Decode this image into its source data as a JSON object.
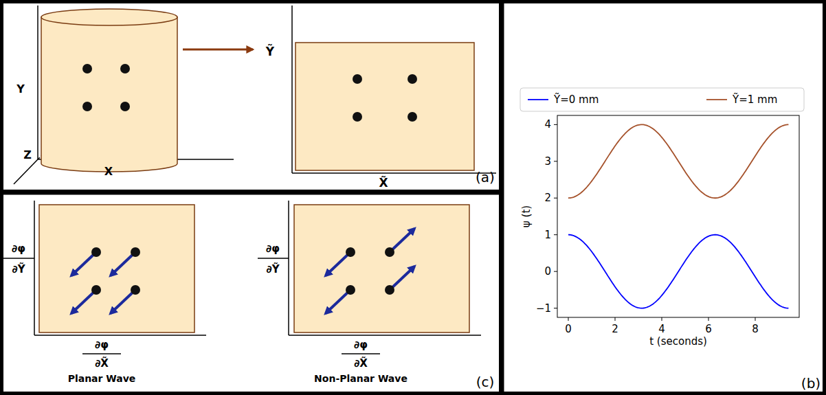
{
  "diagram": {
    "labels": [
      "Y",
      "Z",
      "X",
      "Ỹ",
      "X̃",
      "(a)",
      "4",
      "3",
      "2",
      "1",
      "0",
      "−1",
      "0",
      "2",
      "4",
      "6",
      "8",
      "t (seconds)",
      "ψ (t)",
      "(b)",
      "∂φ",
      "∂Ỹ",
      "∂φ",
      "∂X̃",
      "Planar Wave",
      "∂φ",
      "∂Ỹ",
      "∂φ",
      "∂X̃",
      "Non-Planar Wave",
      "(c)"
    ],
    "legend": [
      {
        "text": "Ỹ=0 mm"
      },
      {
        "text": "Ỹ=1 mm"
      }
    ]
  }
}
